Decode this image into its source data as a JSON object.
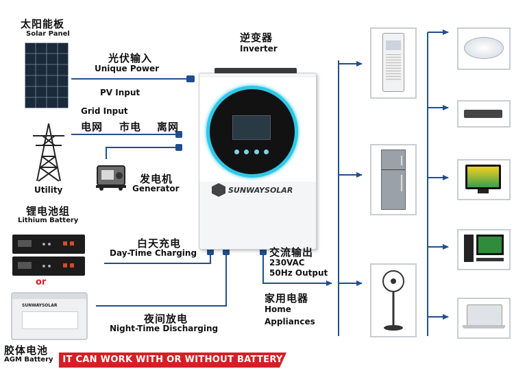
{
  "solar_panel": {
    "label_zh": "太阳能板",
    "label_en": "Solar Panel"
  },
  "pv": {
    "label_zh": "光伏输入",
    "label_en": "Unique Power",
    "sublabel": "PV Input"
  },
  "grid": {
    "label_en": "Grid Input",
    "label_zh_left": "电网",
    "label_zh_mid": "市电",
    "label_zh_right": "离网"
  },
  "utility": {
    "label_en": "Utility"
  },
  "generator": {
    "label_zh": "发电机",
    "label_en": "Generator"
  },
  "lithium": {
    "label_zh": "锂电池组",
    "label_en": "Lithium Battery"
  },
  "or_text": "or",
  "agm": {
    "label_zh": "胶体电池",
    "label_en": "AGM Battery",
    "brand": "SUNWAYSOLAR"
  },
  "inverter": {
    "label_zh": "逆变器",
    "label_en": "Inverter",
    "brand": "SUNWAYSOLAR"
  },
  "charging": {
    "label_zh": "白天充电",
    "label_en": "Day-Time Charging"
  },
  "discharging": {
    "label_zh": "夜间放电",
    "label_en": "Night-Time Discharging"
  },
  "output": {
    "label_zh": "交流输出",
    "line1": "230VAC",
    "line2": "50Hz Output"
  },
  "home": {
    "label_zh": "家用电器",
    "line1": "Home",
    "line2": "Appliances"
  },
  "banner": "IT CAN WORK WITH OR WITHOUT BATTERY",
  "colors": {
    "wire": "#1f4e8c",
    "banner": "#d32026",
    "ring": "#2ec8e8"
  }
}
